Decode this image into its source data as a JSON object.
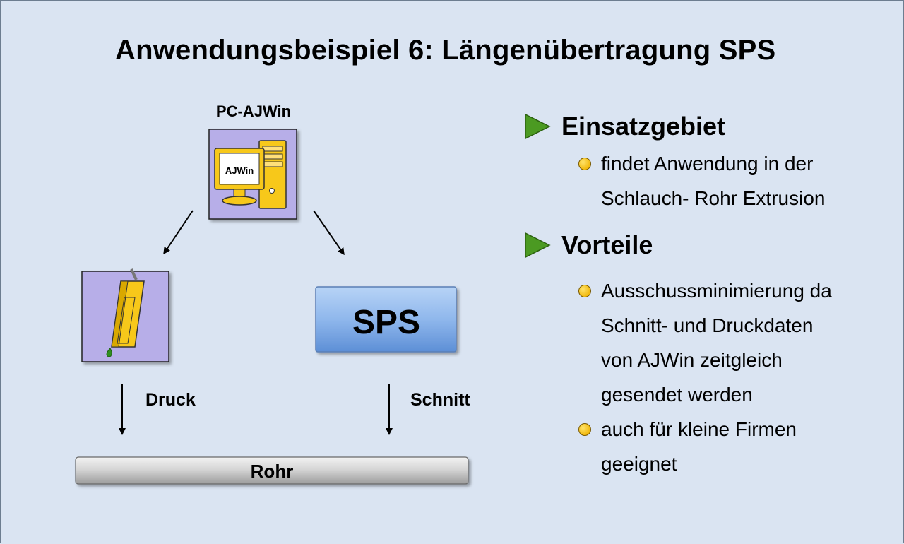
{
  "title": "Anwendungsbeispiel 6: Längenübertragung SPS",
  "diagram": {
    "pc_label": "PC-AJWin",
    "monitor_text": "AJWin",
    "sps_label": "SPS",
    "druck_label": "Druck",
    "schnitt_label": "Schnitt",
    "rohr_label": "Rohr"
  },
  "sections": [
    {
      "heading": "Einsatzgebiet",
      "items": [
        {
          "lines": [
            "findet Anwendung in der",
            "Schlauch- Rohr Extrusion"
          ]
        }
      ]
    },
    {
      "heading": "Vorteile",
      "items": [
        {
          "lines": [
            "Ausschussminimierung da",
            "Schnitt- und Druckdaten",
            "von AJWin zeitgleich",
            "gesendet werden"
          ]
        },
        {
          "lines": [
            "auch für kleine Firmen",
            "geeignet"
          ]
        }
      ]
    }
  ],
  "colors": {
    "background": "#dae4f2",
    "icon_box": "#b7aee8",
    "pc_yellow": "#f7c81a",
    "sps_blue": "#8fb7ec",
    "triangle_green": "#4b9a22",
    "bullet_yellow": "#f2b90e"
  }
}
